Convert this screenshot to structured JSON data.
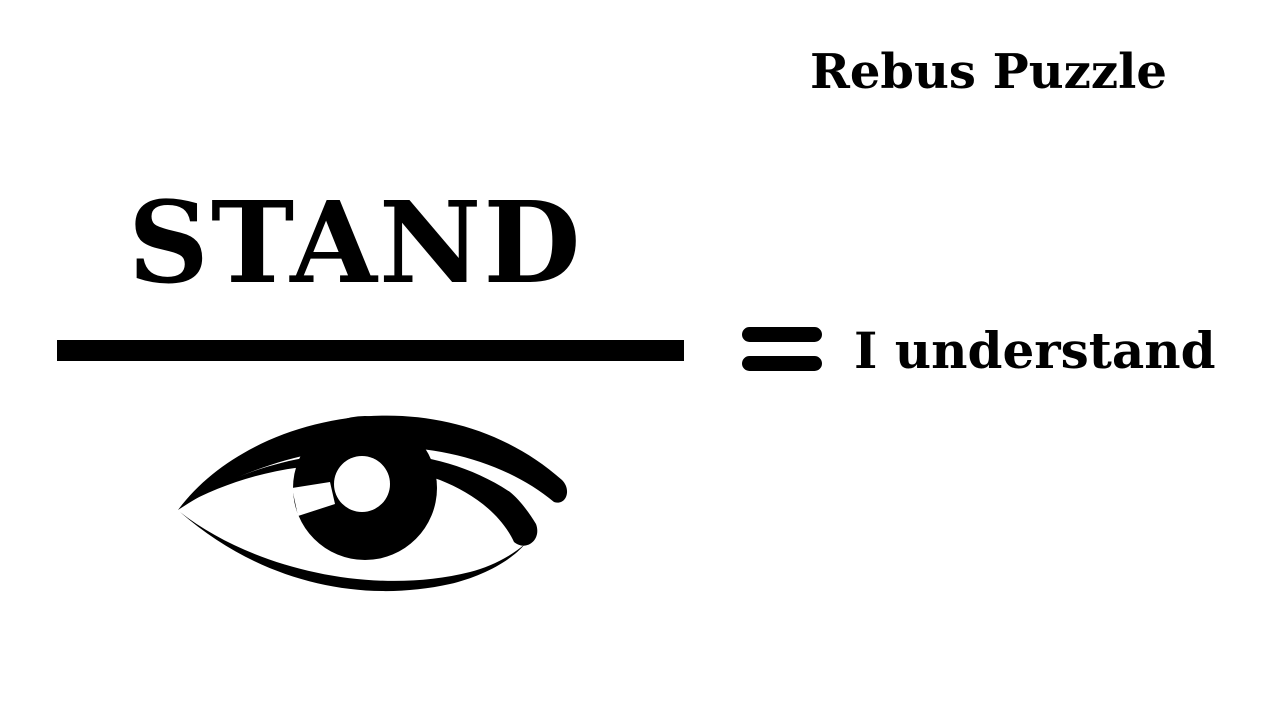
{
  "title": "Rebus Puzzle",
  "puzzle": {
    "word": "STAND",
    "eye_icon": "eye-icon",
    "equals_icon": "equals-icon",
    "answer": "I understand"
  }
}
